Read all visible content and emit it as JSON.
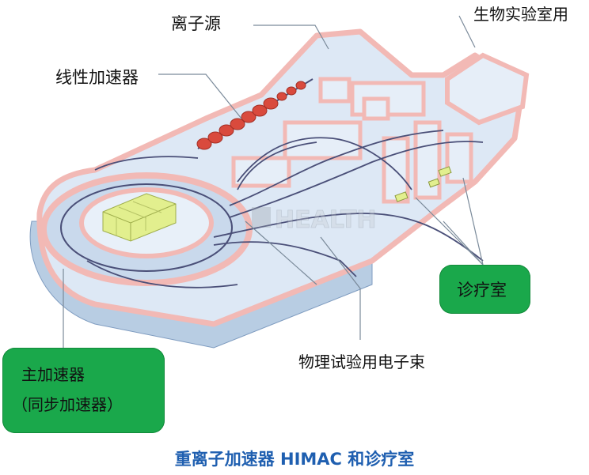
{
  "labels": {
    "ion_source": "离子源",
    "bio_lab": "生物实验室用",
    "linac": "线性加速器",
    "treatment_room": "诊疗室",
    "physics_beam": "物理试验用电子束",
    "main_acc_line1": "主加速器",
    "main_acc_line2": "（同步加速器）"
  },
  "watermark": "HEALTH",
  "caption": "重离子加速器 HIMAC 和诊疗室",
  "colors": {
    "wall": "#f2b9b5",
    "floor": "#dde8f5",
    "side": "#b8cde3",
    "beam": "#4a4f78",
    "linac": "#d94a3d",
    "magnet": "#e2ef8e",
    "box_green": "#1aa84b",
    "caption": "#1f5fb0"
  }
}
